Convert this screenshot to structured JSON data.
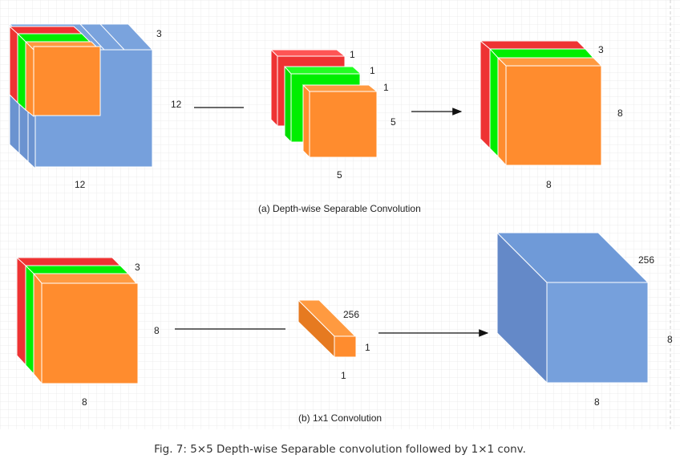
{
  "colors": {
    "red": "#ee3333",
    "green": "#00ee00",
    "orange": "#ff8c2e",
    "blue": "#76a0dc",
    "blue_dark": "#6b93d0",
    "grid": "#e8e8e8",
    "line": "#111111"
  },
  "panel_a": {
    "input_cube": {
      "depth": "3",
      "height": "12",
      "width": "12"
    },
    "kernels": {
      "depths": [
        "1",
        "1",
        "1"
      ],
      "height": "5",
      "width": "5"
    },
    "output": {
      "depth": "3",
      "height": "8",
      "width": "8"
    },
    "caption": "(a) Depth-wise Separable Convolution"
  },
  "panel_b": {
    "input": {
      "depth": "3",
      "height": "8",
      "width": "8"
    },
    "kernel": {
      "depth": "256",
      "height": "1",
      "width": "1"
    },
    "output": {
      "depth": "256",
      "height": "8",
      "width": "8"
    },
    "caption": "(b) 1x1 Convolution"
  },
  "figure_caption": "Fig. 7: 5×5 Depth-wise Separable convolution followed by 1×1 conv."
}
